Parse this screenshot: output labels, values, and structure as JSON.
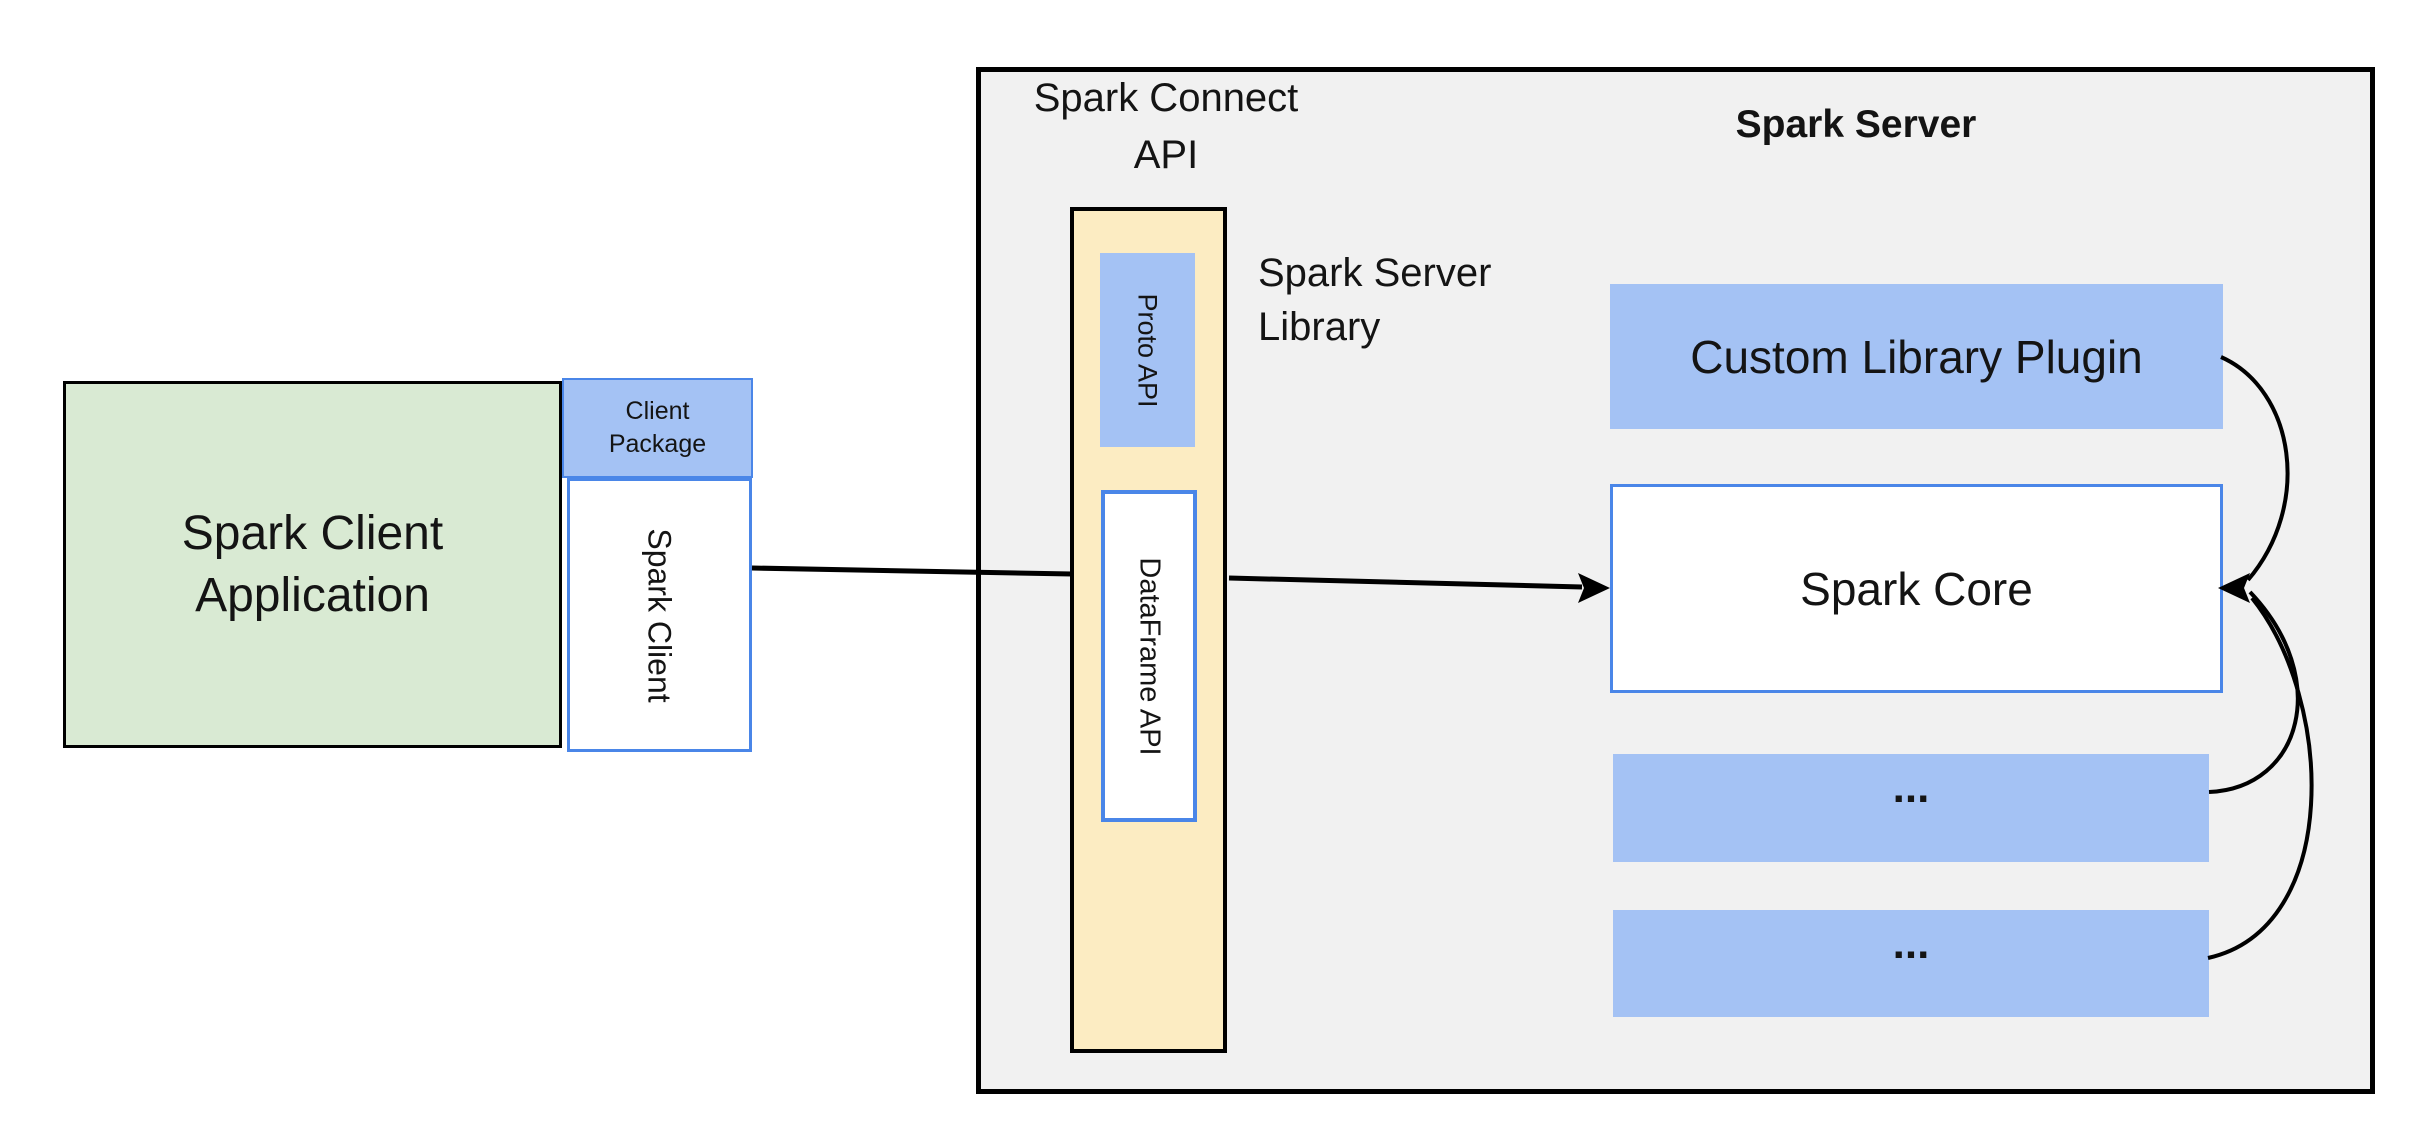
{
  "labels": {
    "client_app": "Spark Client\nApplication",
    "client_package": "Client\nPackage",
    "spark_client": "Spark Client",
    "spark_connect_api": "Spark Connect\nAPI",
    "spark_server": "Spark Server",
    "spark_server_library": "Spark Server\nLibrary",
    "proto_api": "Proto API",
    "dataframe_api": "DataFrame API",
    "custom_library_plugin": "Custom Library Plugin",
    "spark_core": "Spark Core",
    "ellipsis_1": "...",
    "ellipsis_2": "..."
  },
  "colors": {
    "canvas_bg": "#ffffff",
    "server_panel_bg": "#f1f1f1",
    "panel_border": "#000000",
    "client_green": "#d9ead3",
    "blue_fill": "#a4c2f4",
    "blue_border": "#4a86e8",
    "library_yellow": "#fcecc2",
    "text": "#141414",
    "arrow": "#000000"
  }
}
